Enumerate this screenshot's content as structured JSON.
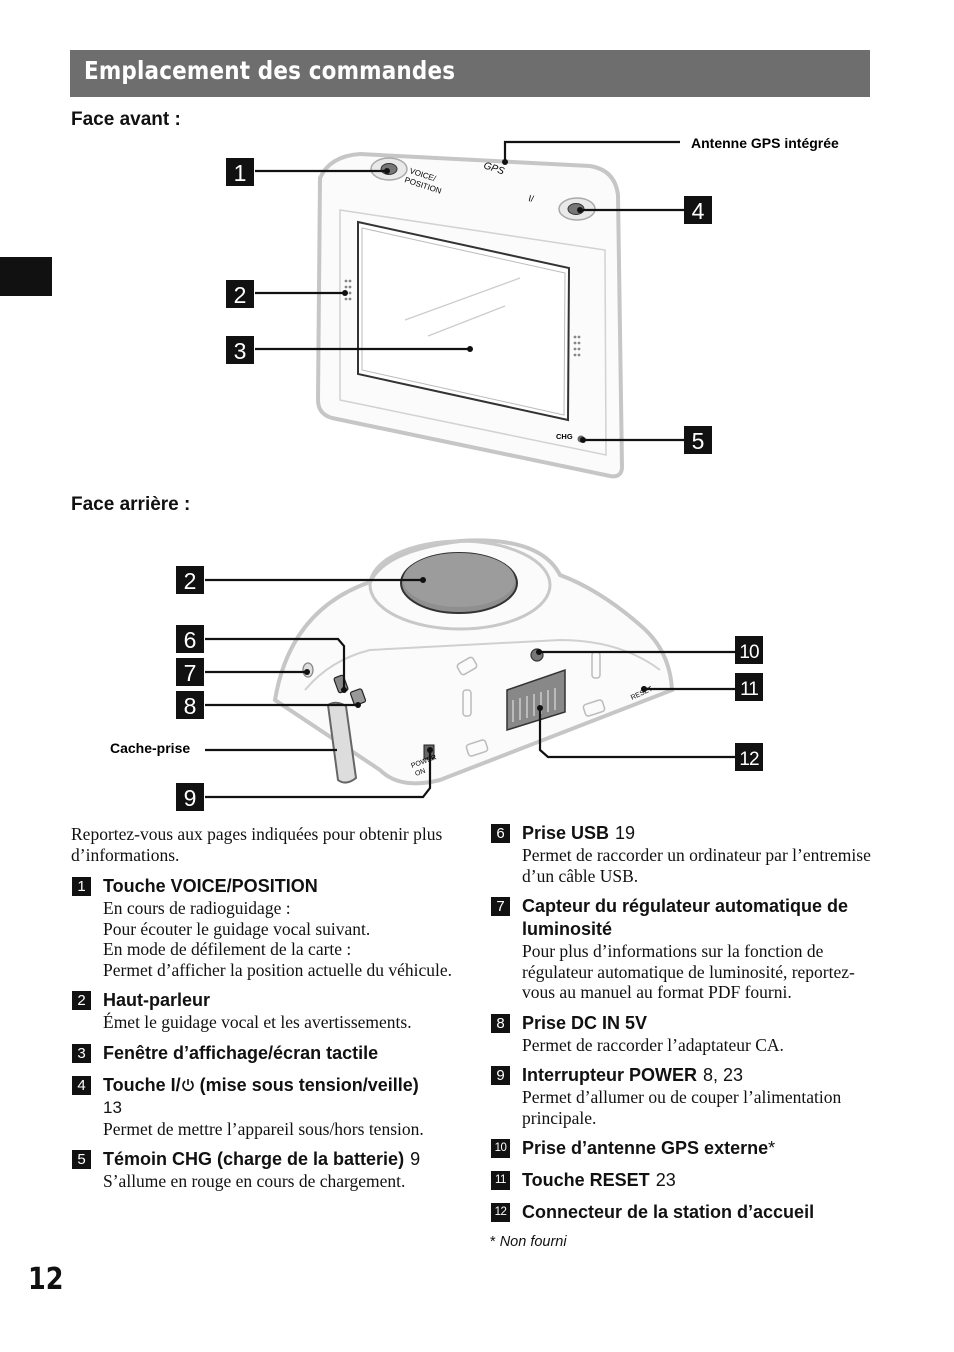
{
  "header": {
    "title": "Emplacement des commandes"
  },
  "front": {
    "heading": "Face avant :",
    "gps_antenna_label": "Antenne GPS intégrée",
    "device_texts": {
      "voice": "VOICE/",
      "position": "POSITION",
      "gps": "GPS",
      "power": "I/",
      "chg": "CHG"
    },
    "callouts": [
      "1",
      "2",
      "3",
      "4",
      "5"
    ]
  },
  "rear": {
    "heading": "Face arrière :",
    "cover_label": "Cache-prise",
    "device_texts": {
      "power_on": "POWER",
      "on": "ON",
      "reset": "RESET"
    },
    "callouts": [
      "2",
      "6",
      "7",
      "8",
      "9",
      "10",
      "11",
      "12"
    ]
  },
  "intro": "Reportez-vous aux pages indiquées pour obtenir plus d’informations.",
  "items_left": [
    {
      "num": "1",
      "title": "Touche VOICE/POSITION",
      "ref": "",
      "body": "En cours de radioguidage :\nPour écouter le guidage vocal suivant.\nEn mode de défilement de la carte :\nPermet d’afficher la position actuelle du véhicule."
    },
    {
      "num": "2",
      "title": "Haut-parleur",
      "ref": "",
      "body": "Émet le guidage vocal et les avertissements."
    },
    {
      "num": "3",
      "title": "Fenêtre d’affichage/écran tactile",
      "ref": "",
      "body": ""
    },
    {
      "num": "4",
      "title_pre": "Touche I/",
      "title_post": " (mise sous tension/veille)",
      "refline": "13",
      "body": "Permet de mettre l’appareil sous/hors tension."
    },
    {
      "num": "5",
      "title": "Témoin CHG (charge de la batterie)",
      "ref": "9",
      "body": "S’allume en rouge en cours de chargement."
    }
  ],
  "items_right": [
    {
      "num": "6",
      "title": "Prise USB",
      "ref": "19",
      "body": "Permet de raccorder un ordinateur par l’entremise d’un câble USB."
    },
    {
      "num": "7",
      "title": "Capteur du régulateur automatique de luminosité",
      "ref": "",
      "body": "Pour plus d’informations sur la fonction de régulateur automatique de luminosité, reportez-vous au manuel au format PDF fourni."
    },
    {
      "num": "8",
      "title": "Prise DC IN 5V",
      "ref": "",
      "body": "Permet de raccorder l’adaptateur CA."
    },
    {
      "num": "9",
      "title": "Interrupteur POWER",
      "ref": "8, 23",
      "body": "Permet d’allumer ou de couper l’alimentation principale."
    },
    {
      "num": "10",
      "title": "Prise d’antenne GPS externe",
      "mark": "*",
      "ref": "",
      "body": ""
    },
    {
      "num": "11",
      "title": "Touche RESET",
      "ref": "23",
      "body": ""
    },
    {
      "num": "12",
      "title": "Connecteur de la station d’accueil",
      "ref": "",
      "body": ""
    }
  ],
  "footnote": {
    "mark": "*",
    "text": "Non fourni"
  },
  "page_number": "12"
}
